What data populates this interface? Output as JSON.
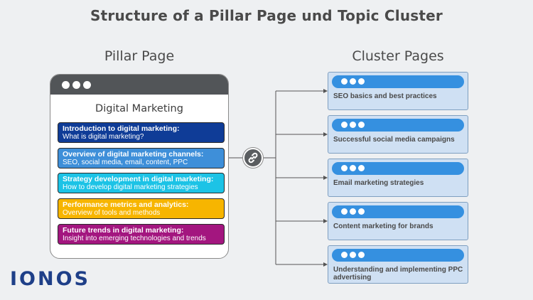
{
  "title": "Structure of a Pillar Page und Topic Cluster",
  "pillar": {
    "heading": "Pillar Page",
    "title": "Digital Marketing",
    "topics": [
      {
        "heading": "Introduction to digital marketing:",
        "sub": "What is digital marketing?",
        "color": "#0f3c97"
      },
      {
        "heading": "Overview of digital marketing channels:",
        "sub": "SEO, social media, email, content, PPC",
        "color": "#3e8fd9"
      },
      {
        "heading": "Strategy development in digital marketing:",
        "sub": "How to develop digital marketing strategies",
        "color": "#1cc3e6"
      },
      {
        "heading": "Performance metrics and analytics:",
        "sub": "Overview of tools and methods",
        "color": "#f7b500"
      },
      {
        "heading": "Future trends in digital marketing:",
        "sub": "Insight into emerging technologies and trends",
        "color": "#a3167f"
      }
    ]
  },
  "link_icon": "link-icon",
  "cluster": {
    "heading": "Cluster Pages",
    "pages": [
      {
        "label": "SEO basics and best practices"
      },
      {
        "label": "Successful social media campaigns"
      },
      {
        "label": "Email marketing strategies"
      },
      {
        "label": "Content marketing for brands"
      },
      {
        "label": "Understanding and implementing PPC advertising"
      }
    ]
  },
  "logo": "IONOS",
  "colors": {
    "window_bar": "#525558",
    "card_fill": "#cfe0f3",
    "card_bar": "#3590e0",
    "logo": "#1e3f88"
  }
}
